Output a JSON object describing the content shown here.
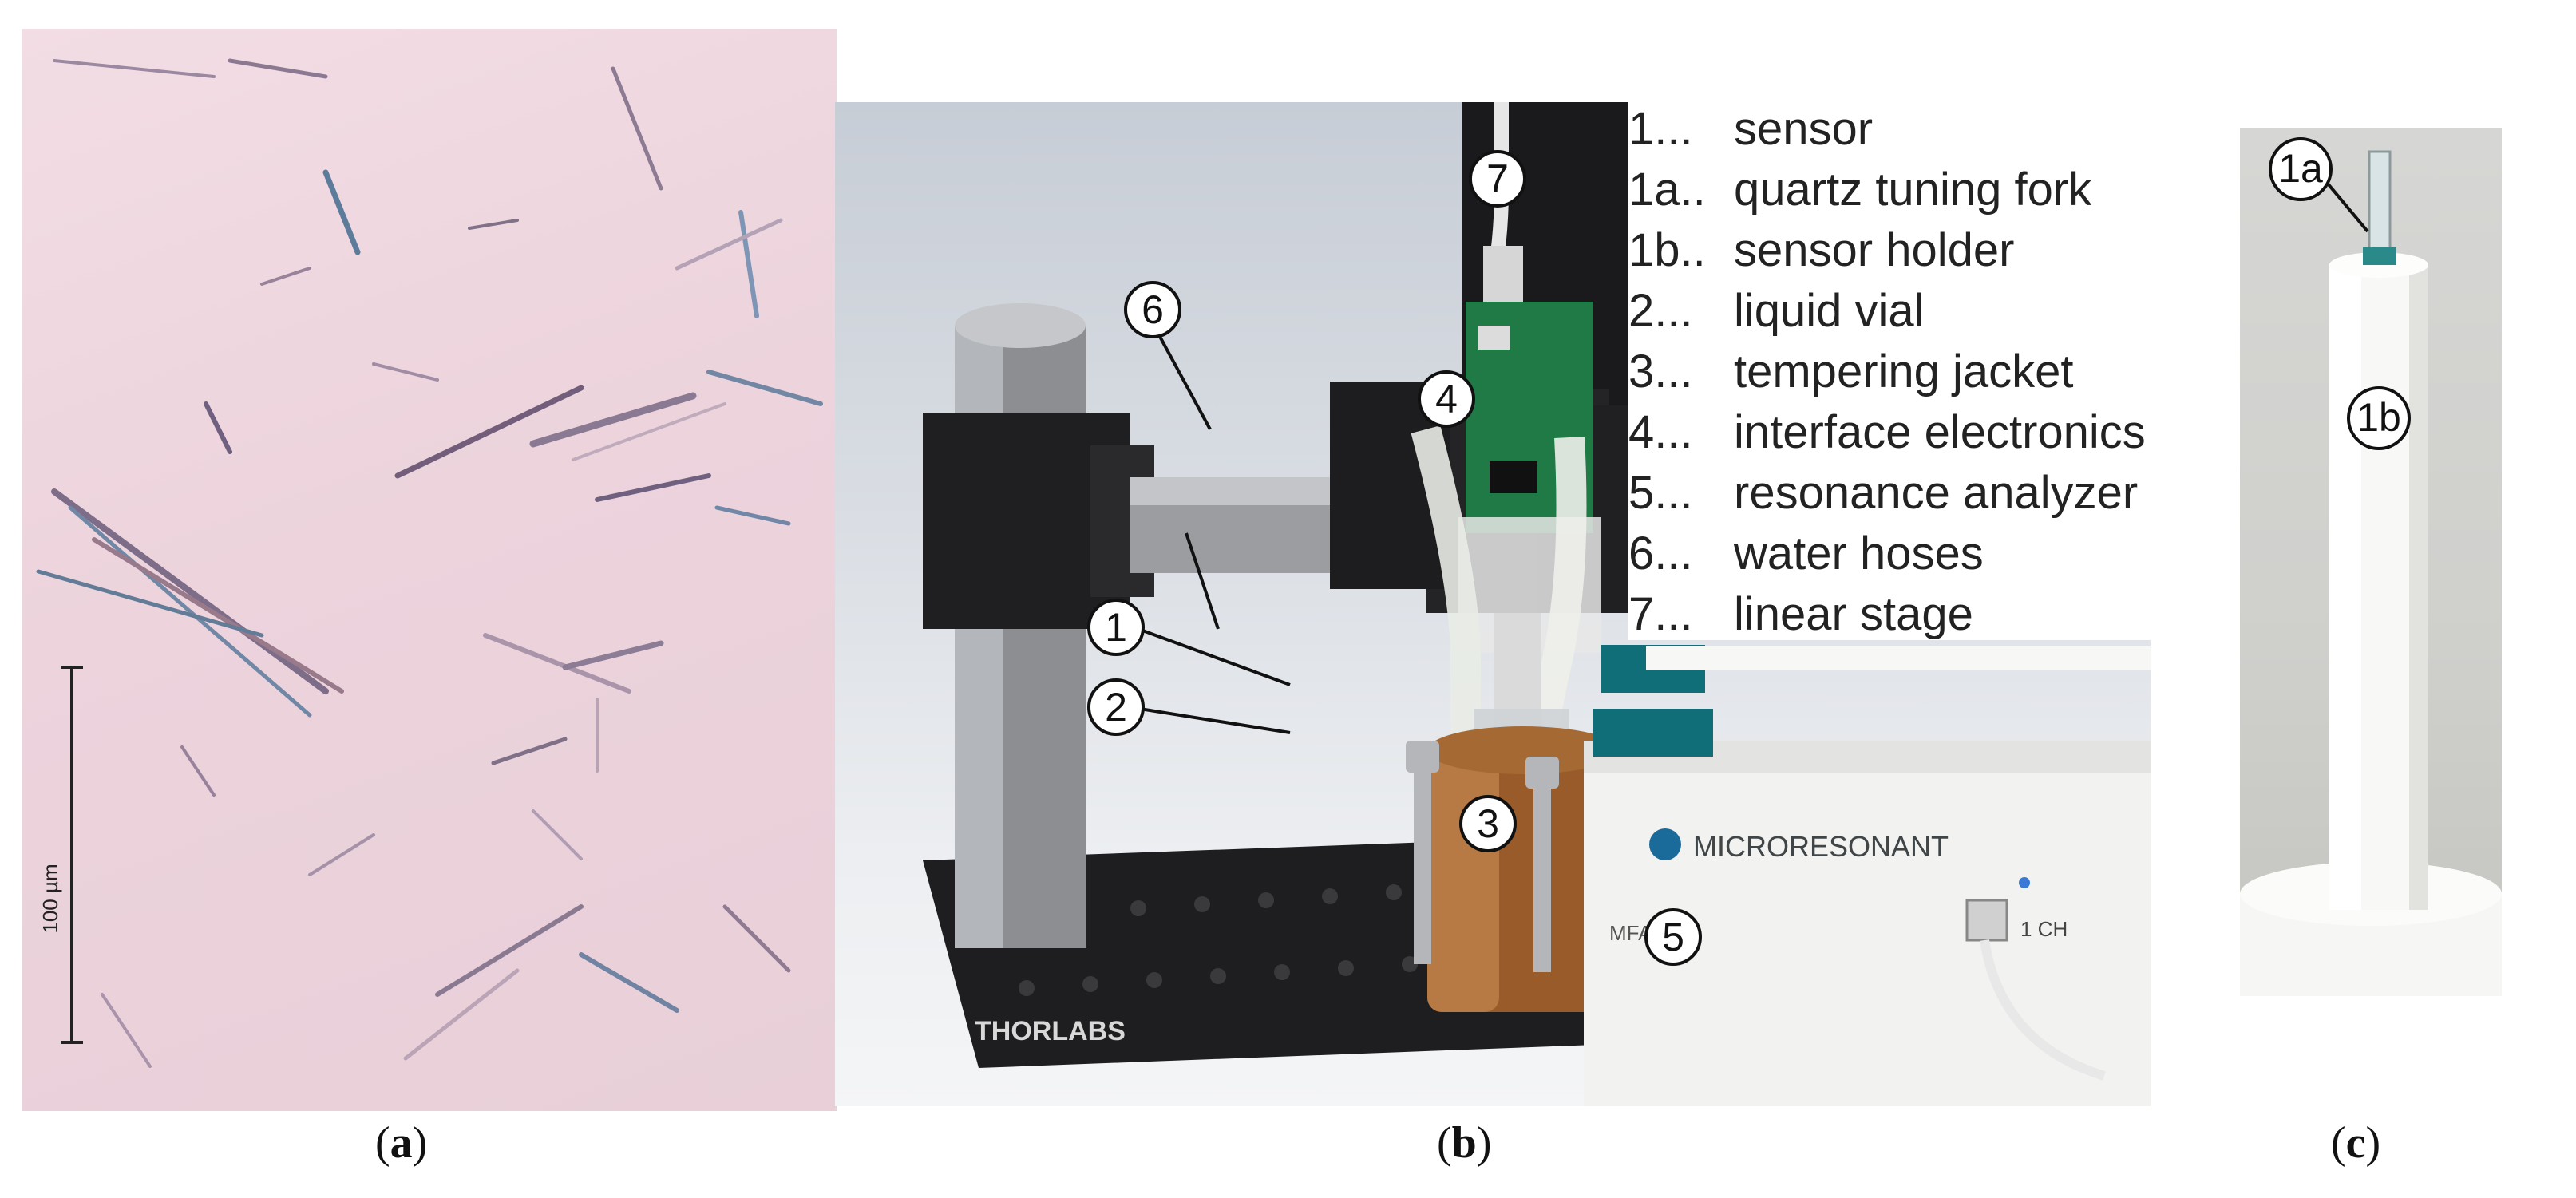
{
  "panel_a": {
    "scale_bar_label": "100 µm"
  },
  "panel_b": {
    "legend": [
      {
        "num": "1...",
        "label": "sensor"
      },
      {
        "num": "1a..",
        "label": "quartz tuning fork"
      },
      {
        "num": "1b..",
        "label": "sensor holder"
      },
      {
        "num": "2...",
        "label": "liquid vial"
      },
      {
        "num": "3...",
        "label": "tempering jacket"
      },
      {
        "num": "4...",
        "label": "interface electronics"
      },
      {
        "num": "5...",
        "label": "resonance analyzer"
      },
      {
        "num": "6...",
        "label": "water hoses"
      },
      {
        "num": "7...",
        "label": "linear stage"
      }
    ],
    "callouts": [
      "1",
      "2",
      "3",
      "4",
      "5",
      "6",
      "7"
    ],
    "device_brand": "MICRORESONANT",
    "device_model": "MFA200",
    "base_brand": "THORLABS",
    "port_label": "1  CH"
  },
  "panel_c": {
    "callouts": [
      "1a",
      "1b"
    ]
  },
  "captions": {
    "a": "a",
    "b": "b",
    "c": "c"
  }
}
